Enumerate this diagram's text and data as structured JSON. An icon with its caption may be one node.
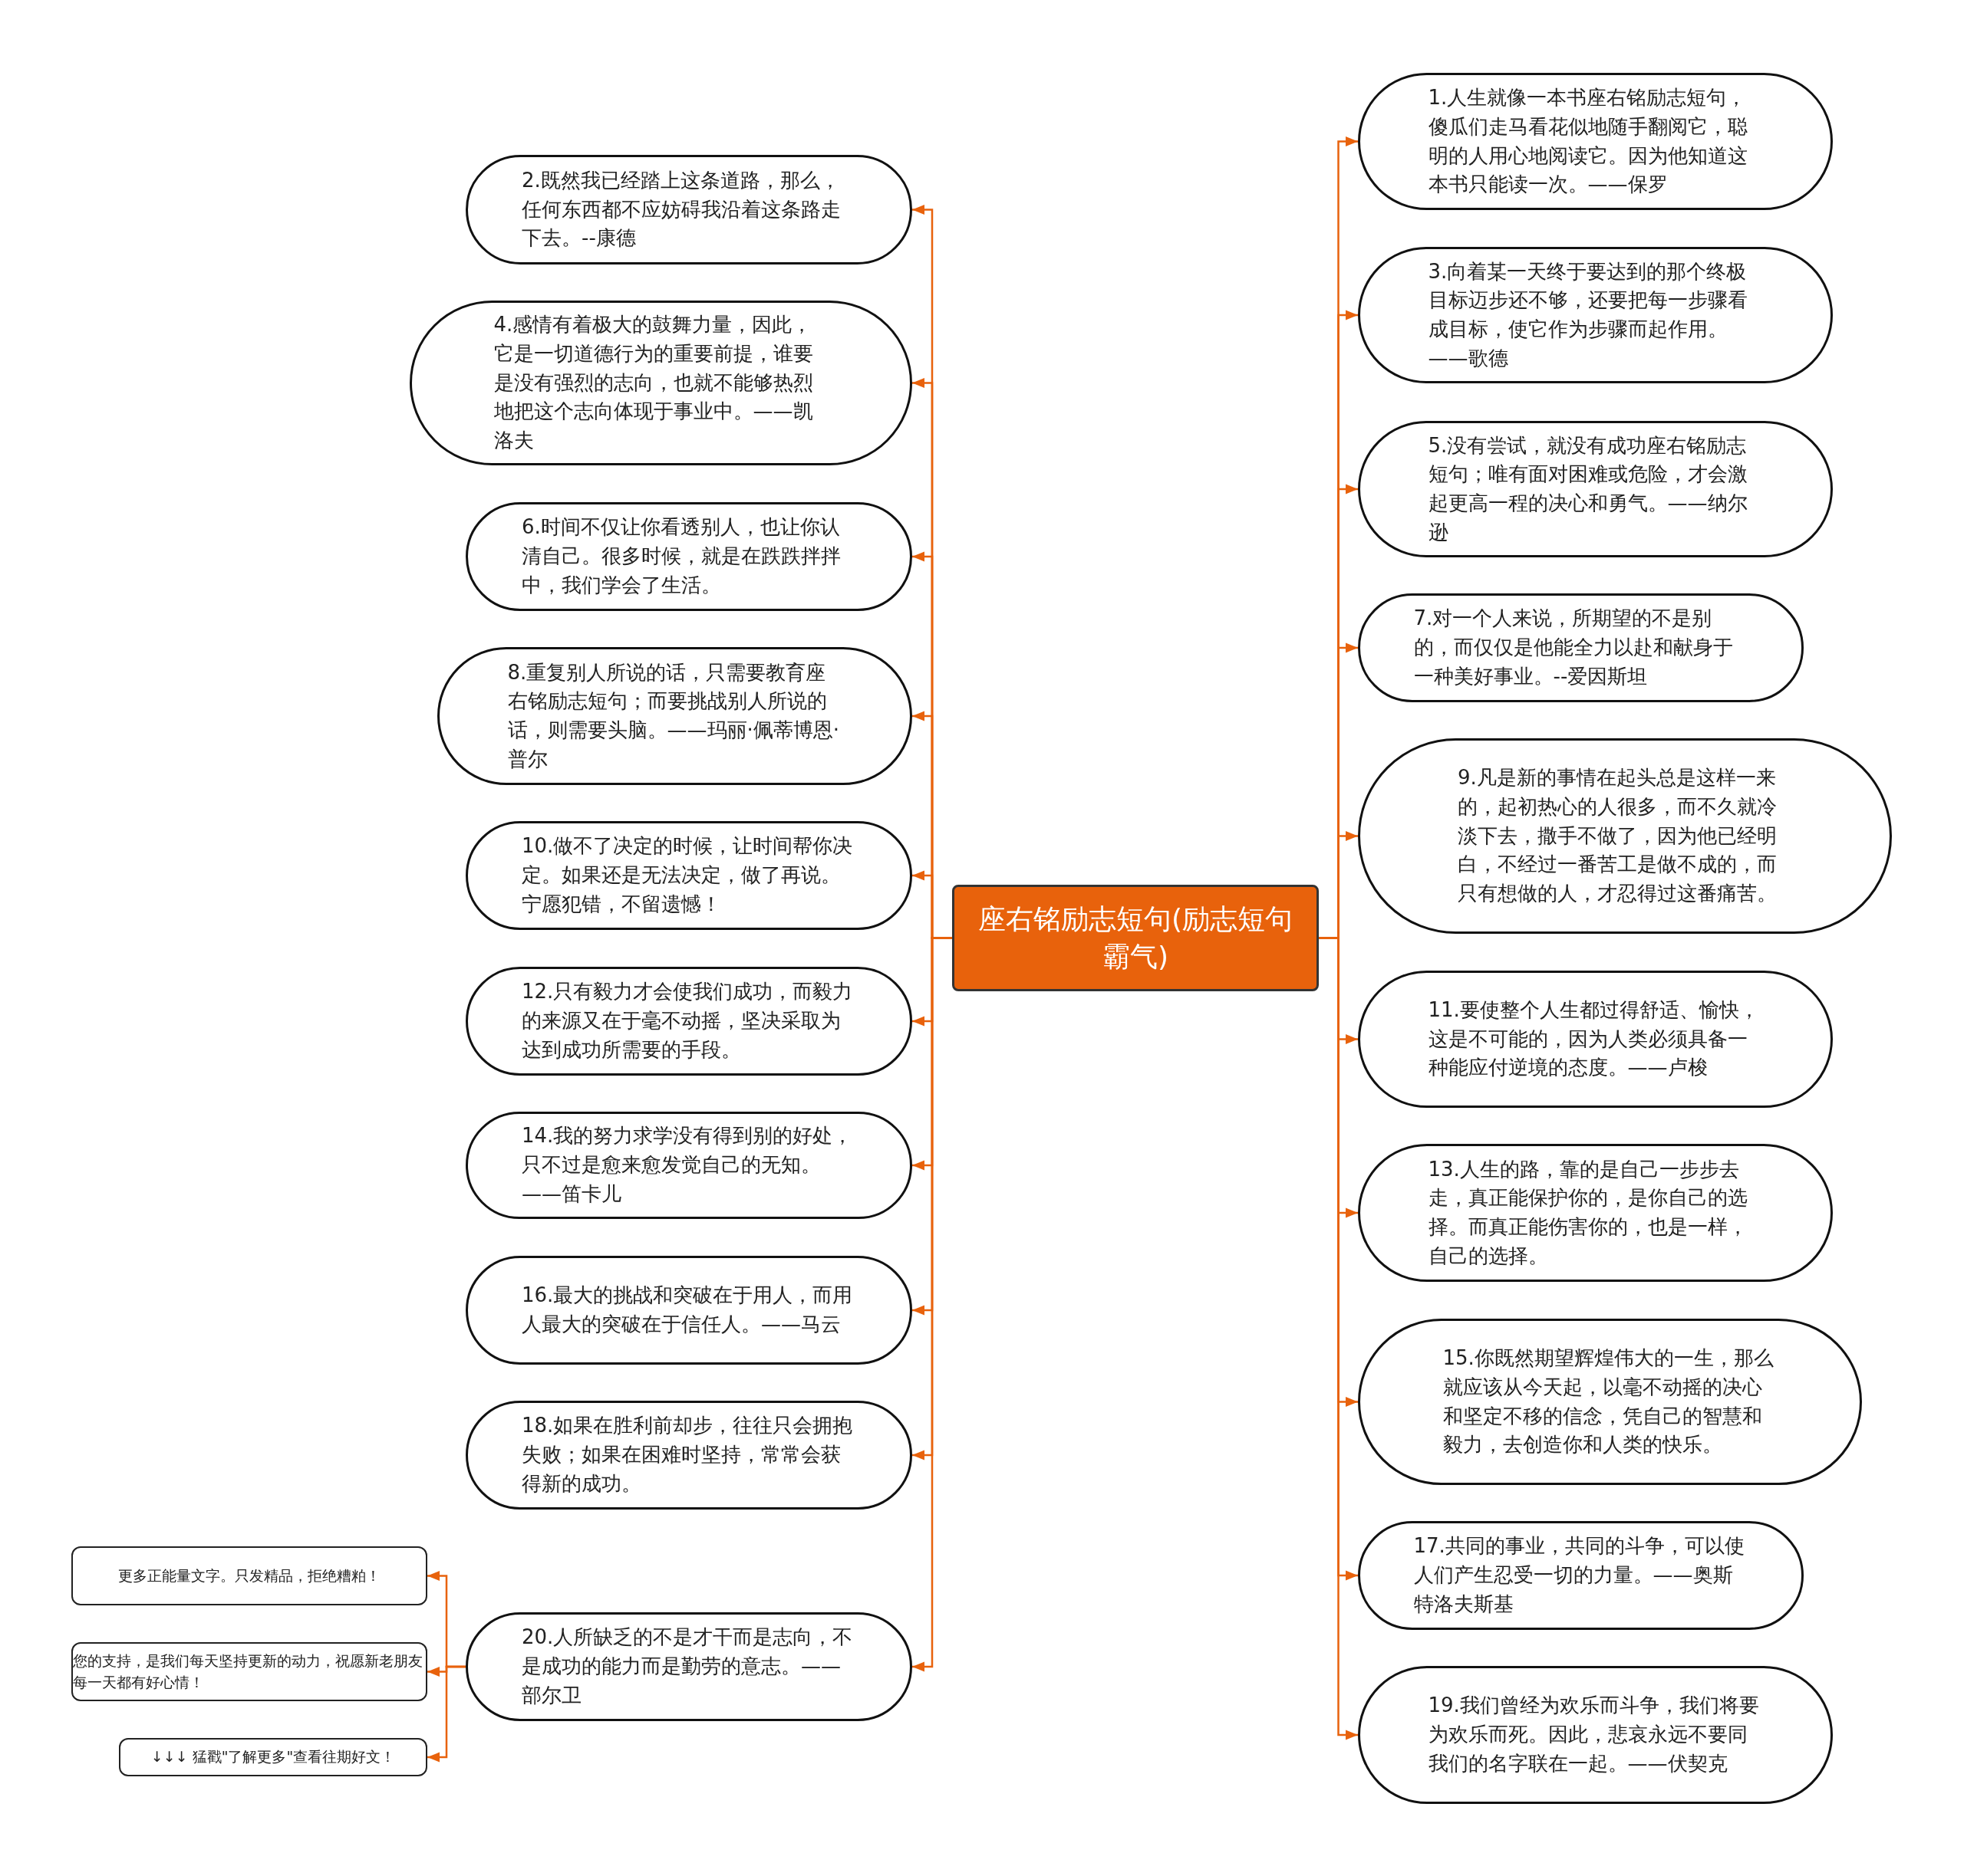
{
  "diagram": {
    "nodes": [
      {
        "text": [
          "座右铭励志短句(励志短句霸气)"
        ]
      },
      {
        "text": [
          "1.人生就像一本书座右铭励志短句，傻瓜们走马看花似地随手翻阅它，聪明的人用心地阅读它。因为他知道这本书只能读一次。——保罗"
        ]
      },
      {
        "text": [
          "2.既然我已经踏上这条道路，那么，任何东西都不应妨碍我沿着这条路走下去。--康德"
        ]
      },
      {
        "text": [
          "3.向着某一天终于要达到的那个终极目标迈步还不够，还要把每一步骤看成目标，使它作为步骤而起作用。——歌德"
        ]
      },
      {
        "text": [
          "4.感情有着极大的鼓舞力量，因此，它是一切道德行为的重要前提，谁要是没有强烈的志向，也就不能够热烈地把这个志向体现于事业中。——凯洛夫"
        ]
      },
      {
        "text": [
          "5.没有尝试，就没有成功座右铭励志短句；唯有面对困难或危险，才会激起更高一程的决心和勇气。——纳尔逊"
        ]
      },
      {
        "text": [
          "6.时间不仅让你看透别人，也让你认清自己。很多时候，就是在跌跌拌拌中，我们学会了生活。"
        ]
      },
      {
        "text": [
          "7.对一个人来说，所期望的不是别的，而仅仅是他能全力以赴和献身于一种美好事业。--爱因斯坦"
        ]
      },
      {
        "text": [
          "8.重复别人所说的话，只需要教育座右铭励志短句；而要挑战别人所说的话，则需要头脑。——玛丽·佩蒂博恩·普尔"
        ]
      },
      {
        "text": [
          "9.凡是新的事情在起头总是这样一来的，起初热心的人很多，而不久就冷淡下去，撒手不做了，因为他已经明白，不经过一番苦工是做不成的，而只有想做的人，才忍得过这番痛苦。"
        ]
      },
      {
        "text": [
          "10.做不了决定的时候，让时间帮你决定。如果还是无法决定，做了再说。宁愿犯错，不留遗憾！"
        ]
      },
      {
        "text": [
          "11.要使整个人生都过得舒适、愉快，这是不可能的，因为人类必须具备一种能应付逆境的态度。——卢梭"
        ]
      },
      {
        "text": [
          "12.只有毅力才会使我们成功，而毅力的来源又在于毫不动摇，坚决采取为达到成功所需要的手段。"
        ]
      },
      {
        "text": [
          "13.人生的路，靠的是自己一步步去走，真正能保护你的，是你自己的选择。而真正能伤害你的，也是一样，自己的选择。"
        ]
      },
      {
        "text": [
          "14.我的努力求学没有得到别的好处，只不过是愈来愈发觉自己的无知。——笛卡儿"
        ]
      },
      {
        "text": [
          "15.你既然期望辉煌伟大的一生，那么就应该从今天起，以毫不动摇的决心和坚定不移的信念，凭自己的智慧和毅力，去创造你和人类的快乐。"
        ]
      },
      {
        "text": [
          "16.最大的挑战和突破在于用人，而用人最大的突破在于信任人。——马云"
        ]
      },
      {
        "text": [
          "17.共同的事业，共同的斗争，可以使人们产生忍受一切的力量。——奥斯特洛夫斯基"
        ]
      },
      {
        "text": [
          "18.如果在胜利前却步，往往只会拥抱失败；如果在困难时坚持，常常会获得新的成功。"
        ]
      },
      {
        "text": [
          "19.我们曾经为欢乐而斗争，我们将要为欢乐而死。因此，悲哀永远不要同我们的名字联在一起。——伏契克"
        ]
      },
      {
        "text": [
          "20.人所缺乏的不是才干而是志向，不是成功的能力而是勤劳的意志。——部尔卫"
        ]
      },
      {
        "text": [
          "更多正能量文字。只发精品，拒绝糟粕！"
        ]
      },
      {
        "text": [
          "您的支持，是我们每天坚持更新的动力，祝愿新老朋友每一天都有好心情！"
        ]
      },
      {
        "text": [
          "↓↓↓ 猛戳\"了解更多\"查看往期好文！"
        ]
      }
    ],
    "edges": [
      {
        "from": 0,
        "to": 1,
        "arrow": "to"
      },
      {
        "from": 0,
        "to": 2,
        "arrow": "to"
      },
      {
        "from": 0,
        "to": 3,
        "arrow": "to"
      },
      {
        "from": 0,
        "to": 4,
        "arrow": "to"
      },
      {
        "from": 0,
        "to": 5,
        "arrow": "to"
      },
      {
        "from": 0,
        "to": 6,
        "arrow": "to"
      },
      {
        "from": 0,
        "to": 7,
        "arrow": "to"
      },
      {
        "from": 0,
        "to": 8,
        "arrow": "to"
      },
      {
        "from": 0,
        "to": 9,
        "arrow": "to"
      },
      {
        "from": 0,
        "to": 10,
        "arrow": "to"
      },
      {
        "from": 0,
        "to": 11,
        "arrow": "to"
      },
      {
        "from": 0,
        "to": 12,
        "arrow": "to"
      },
      {
        "from": 0,
        "to": 13,
        "arrow": "to"
      },
      {
        "from": 0,
        "to": 14,
        "arrow": "to"
      },
      {
        "from": 0,
        "to": 15,
        "arrow": "to"
      },
      {
        "from": 0,
        "to": 16,
        "arrow": "to"
      },
      {
        "from": 0,
        "to": 17,
        "arrow": "to"
      },
      {
        "from": 0,
        "to": 18,
        "arrow": "to"
      },
      {
        "from": 0,
        "to": 19,
        "arrow": "to"
      },
      {
        "from": 0,
        "to": 20,
        "arrow": "to"
      },
      {
        "from": 20,
        "to": 21,
        "arrow": "to"
      },
      {
        "from": 20,
        "to": 22,
        "arrow": "to"
      },
      {
        "from": 20,
        "to": 23,
        "arrow": "to"
      }
    ]
  }
}
